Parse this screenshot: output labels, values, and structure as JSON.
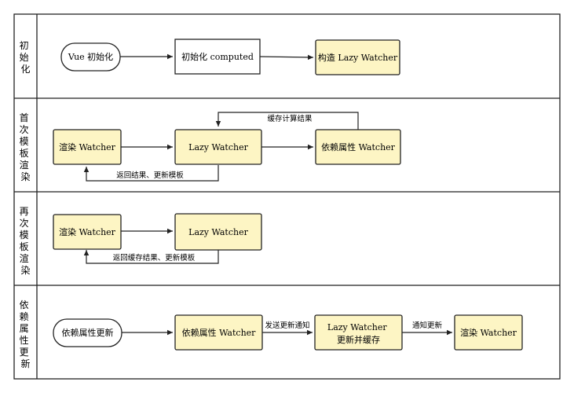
{
  "lanes": [
    {
      "label": [
        "初",
        "始",
        "化"
      ]
    },
    {
      "label": [
        "首",
        "次",
        "模",
        "板",
        "渲",
        "染"
      ]
    },
    {
      "label": [
        "再",
        "次",
        "模",
        "板",
        "渲",
        "染"
      ]
    },
    {
      "label": [
        "依",
        "赖",
        "属",
        "性",
        "更",
        "新"
      ]
    }
  ],
  "nodes": {
    "vue_init": [
      "Vue 初始化"
    ],
    "init_computed": [
      "初始化 computed"
    ],
    "build_lazy": [
      "构造 Lazy Watcher"
    ],
    "render1": [
      "渲染 Watcher"
    ],
    "lazy1": [
      "Lazy Watcher"
    ],
    "dep1": [
      "依赖属性 Watcher"
    ],
    "render2": [
      "渲染 Watcher"
    ],
    "lazy2": [
      "Lazy Watcher"
    ],
    "dep_update": [
      "依赖属性更新"
    ],
    "dep4": [
      "依赖属性 Watcher"
    ],
    "lazy4": [
      "Lazy Watcher",
      "更新并缓存"
    ],
    "render4": [
      "渲染 Watcher"
    ]
  },
  "edges": {
    "cache_result": "缓存计算结果",
    "return_update": "返回结果、更新模板",
    "return_cache_update": "返回缓存结果、更新模板",
    "send_notice": "发送更新通知",
    "notify_update": "通知更新"
  },
  "colors": {
    "highlight_fill": "#fdf5c4",
    "plain_fill": "#ffffff",
    "stroke": "#222222"
  }
}
